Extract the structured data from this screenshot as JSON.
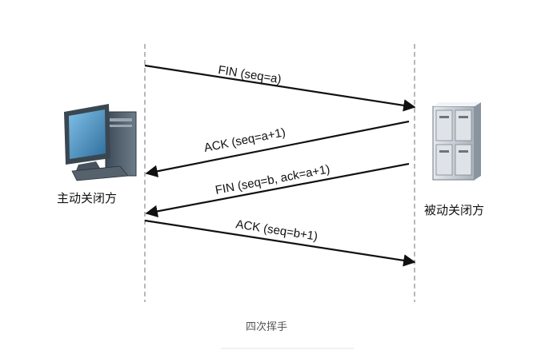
{
  "diagram": {
    "left_node": {
      "label": "主动关闭方",
      "icon": "desktop-computer-icon"
    },
    "right_node": {
      "label": "被动关闭方",
      "icon": "server-icon"
    },
    "messages": [
      {
        "label": "FIN (seq=a)",
        "direction": "left-to-right"
      },
      {
        "label": "ACK (seq=a+1)",
        "direction": "right-to-left"
      },
      {
        "label": "FIN (seq=b, ack=a+1)",
        "direction": "right-to-left"
      },
      {
        "label": "ACK (seq=b+1)",
        "direction": "left-to-right"
      }
    ],
    "caption": "四次挥手",
    "colors": {
      "arrow": "#111111",
      "lifeline": "#888888",
      "monitor": "#4f93c2",
      "server": "#c7cdd4"
    }
  }
}
